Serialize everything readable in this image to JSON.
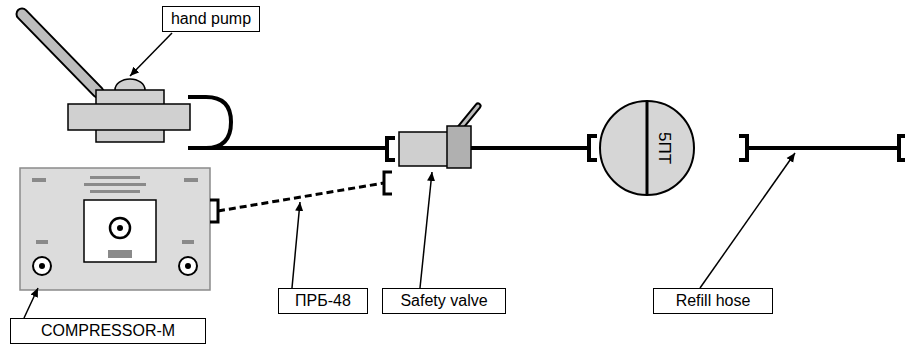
{
  "diagram": {
    "nodes": [
      {
        "text": [
          "hand pump"
        ]
      },
      {
        "text": [
          "5ПТ"
        ]
      },
      {
        "text": [
          "ПРБ-48"
        ]
      },
      {
        "text": [
          "Safety valve"
        ]
      },
      {
        "text": [
          "Refill hose"
        ]
      },
      {
        "text": [
          "COMPRESSOR-M"
        ]
      }
    ]
  }
}
